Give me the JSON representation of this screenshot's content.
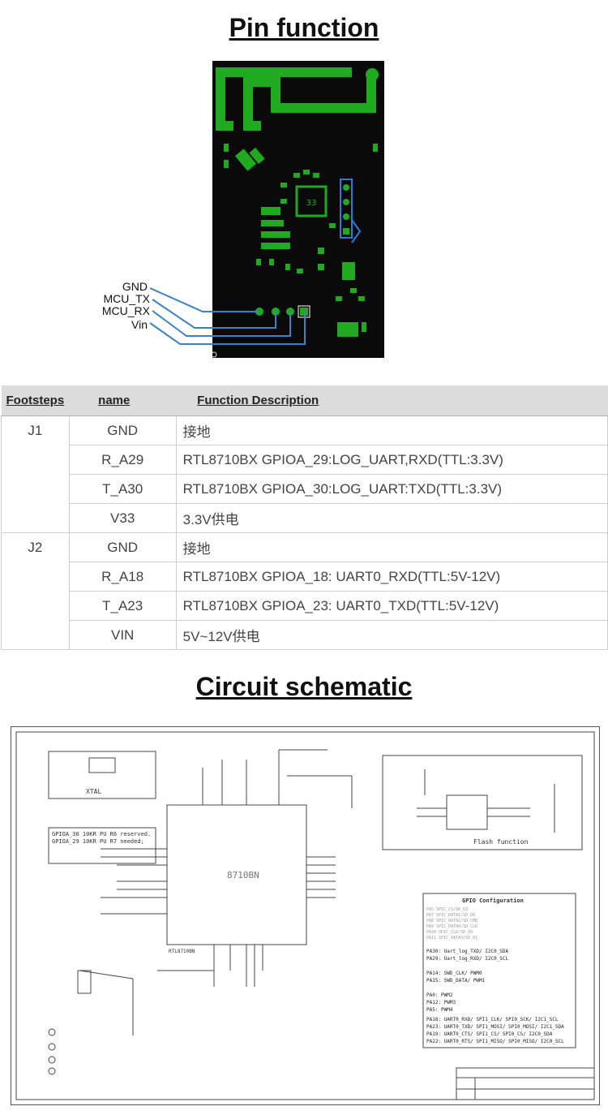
{
  "pin_section": {
    "title": "Pin function",
    "pcb_chip_label": "33",
    "pin_labels": [
      "GND",
      "MCU_TX",
      "MCU_RX",
      "Vin"
    ]
  },
  "table": {
    "headers": [
      "Footsteps",
      "name",
      "Function Description"
    ],
    "groups": [
      {
        "footstep": "J1",
        "rows": [
          {
            "name": "GND",
            "desc": "接地"
          },
          {
            "name": "R_A29",
            "desc": "RTL8710BX GPIOA_29:LOG_UART,RXD(TTL:3.3V)"
          },
          {
            "name": "T_A30",
            "desc": "RTL8710BX GPIOA_30:LOG_UART:TXD(TTL:3.3V)"
          },
          {
            "name": "V33",
            "desc": "3.3V供电"
          }
        ]
      },
      {
        "footstep": "J2",
        "rows": [
          {
            "name": "GND",
            "desc": "接地"
          },
          {
            "name": "R_A18",
            "desc": "RTL8710BX GPIOA_18: UART0_RXD(TTL:5V-12V)"
          },
          {
            "name": "T_A23",
            "desc": "RTL8710BX GPIOA_23: UART0_TXD(TTL:5V-12V)"
          },
          {
            "name": "VIN",
            "desc": "5V~12V供电"
          }
        ]
      }
    ]
  },
  "schematic": {
    "title": "Circuit schematic",
    "xtal_label": "XTAL",
    "flash_label": "Flash function",
    "chip_label": "8710BN",
    "chip_part": "RTL8710BN",
    "note_lines": [
      "GPIOA_30 10KR PU R6 reserved.",
      "GPIOA_29 10KR PU R7 needed;"
    ],
    "gpio_title": "GPIO Configuration",
    "gpio_lines_faint": [
      "PA5 SPIC_CS/SD_D3",
      "PA7 SPIC_DATA1/SD_D0",
      "PA8 SPIC_DATA2/SD_CMD",
      "PA9 SPIC_DATA0/SD_CLK",
      "PA10 SPIC_CLK/SD_D0",
      "PA11 SPIC_DATA3/SD_D1"
    ],
    "gpio_lines": [
      "PA30: Uart_log_TXD/ I2C0_SDA",
      "PA29: Uart_log_RXD/ I2C0_SCL",
      "",
      "PA14: SWD_CLK/ PWM0",
      "PA15: SWD_DATA/ PWM1",
      "",
      "PA0:  PWM2",
      "PA12: PWM3",
      "PA5:  PWM4",
      "",
      "PA18: UART0_RXD/ SPI1_CLK/ SPI0_SCK/ I2C1_SCL",
      "PA23: UART0_TXD/ SPI1_MOSI/ SPI0_MOSI/ I2C1_SDA",
      "PA19: UART0_CTS/ SPI1_CS/ SPI0_CS/ I2C0_SDA",
      "PA22: UART0_RTS/ SPI1_MISO/ SPI0_MISO/ I2C0_SCL"
    ]
  }
}
